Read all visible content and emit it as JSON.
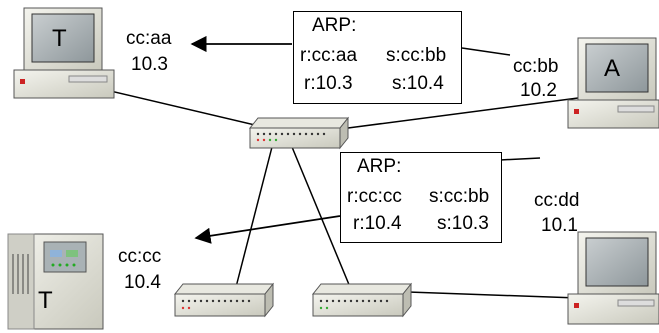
{
  "hosts": [
    {
      "id": "host-t1",
      "letter": "T",
      "mac": "cc:aa",
      "ip": "10.3"
    },
    {
      "id": "host-a",
      "letter": "A",
      "mac": "cc:bb",
      "ip": "10.2"
    },
    {
      "id": "host-t2",
      "letter": "T",
      "mac": "cc:cc",
      "ip": "10.4"
    },
    {
      "id": "host-d",
      "letter": "",
      "mac": "cc:dd",
      "ip": "10.1"
    }
  ],
  "arp_messages": [
    {
      "title": "ARP:",
      "r_mac": "r:cc:aa",
      "s_mac": "s:cc:bb",
      "r_ip": "r:10.3",
      "s_ip": "s:10.4"
    },
    {
      "title": "ARP:",
      "r_mac": "r:cc:cc",
      "s_mac": "s:cc:bb",
      "r_ip": "r:10.4",
      "s_ip": "s:10.3"
    }
  ]
}
